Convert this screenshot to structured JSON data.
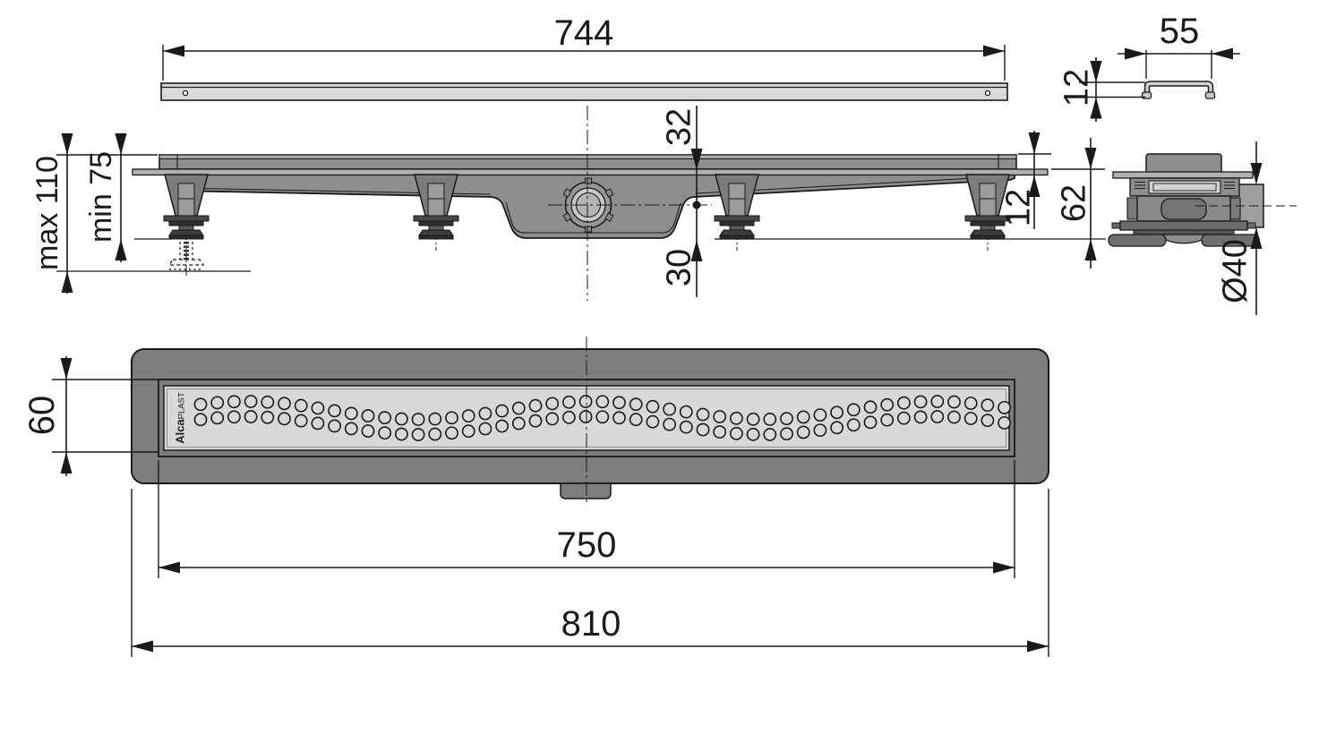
{
  "drawing": {
    "dims": {
      "grate_length": "744",
      "profile_width": "55",
      "profile_height": "12",
      "height_max": "max 110",
      "height_min": "min 75",
      "top_to_outlet_axis": "32",
      "outlet_axis_to_floor": "30",
      "edge_height": "12",
      "flange_to_floor": "62",
      "outlet_diameter": "Ø40",
      "grate_width": "60",
      "channel_length": "750",
      "overall_length": "810"
    },
    "logo": {
      "bold": "Alca",
      "light": "PLAST"
    },
    "colors": {
      "background": "#ffffff",
      "line": "#1a1a1a",
      "side_body": "#8e8e8e",
      "plan_body": "#7d7d7d",
      "grate_panel": "#d8d8d8",
      "grate_bar": "#d9d9d9",
      "flange_plate": "#b0b0b0",
      "hardware_dark": "#3c3c3c"
    }
  }
}
